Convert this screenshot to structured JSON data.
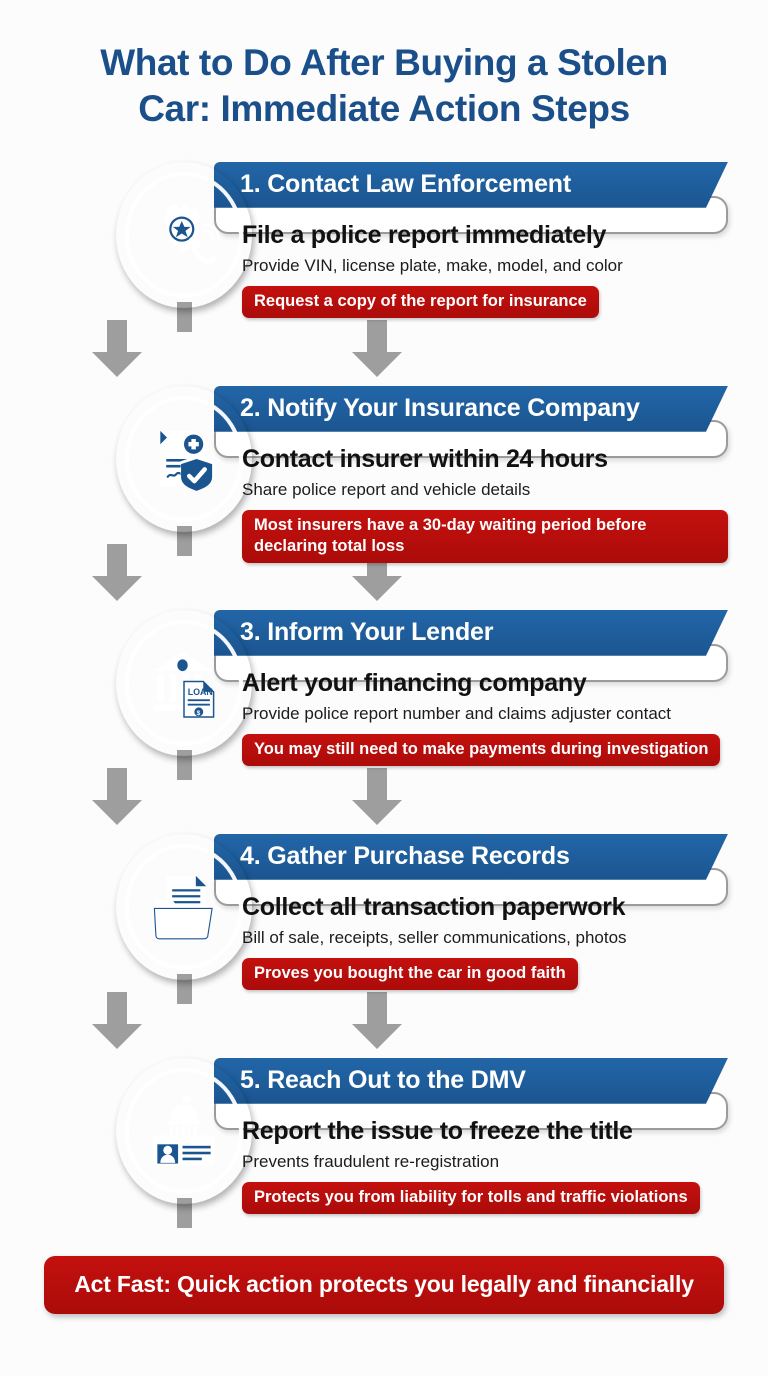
{
  "title": {
    "line1": "What to Do After Buying a Stolen",
    "line2": "Car: Immediate Action Steps"
  },
  "colors": {
    "brand_blue": "#1b5590",
    "header_blue": "#2266a8",
    "title_blue": "#1b4f8a",
    "alert_red": "#c4110f",
    "arrow_gray": "#9e9e9e",
    "card_border": "#9b9b9b",
    "background": "#fcfcfd"
  },
  "steps": [
    {
      "number": "1",
      "header": "1. Contact Law Enforcement",
      "icon": "police-badge-phone-icon",
      "headline": "File a police report immediately",
      "subline": "Provide VIN, license plate, make, model, and color",
      "alert": "Request a copy of the report for insurance"
    },
    {
      "number": "2",
      "header": "2. Notify Your Insurance Company",
      "icon": "insurance-document-shield-icon",
      "headline": "Contact insurer within 24 hours",
      "subline": "Share police report and vehicle details",
      "alert": "Most insurers have a 30-day waiting period before declaring total loss"
    },
    {
      "number": "3",
      "header": "3. Inform Your Lender",
      "icon": "bank-loan-document-icon",
      "headline": "Alert your financing company",
      "subline": "Provide police report number and claims adjuster contact",
      "alert": "You may still need to make payments during investigation"
    },
    {
      "number": "4",
      "header": "4. Gather Purchase Records",
      "icon": "folder-documents-icon",
      "headline": "Collect all transaction paperwork",
      "subline": "Bill of sale, receipts, seller communications, photos",
      "alert": "Proves you bought the car in good faith"
    },
    {
      "number": "5",
      "header": "5. Reach Out to the DMV",
      "icon": "capitol-id-card-icon",
      "headline": "Report the issue to freeze the title",
      "subline": "Prevents fraudulent re-registration",
      "alert": "Protects you from liability for tolls and traffic violations"
    }
  ],
  "footer": {
    "banner": "Act Fast: Quick action protects you legally and financially"
  }
}
